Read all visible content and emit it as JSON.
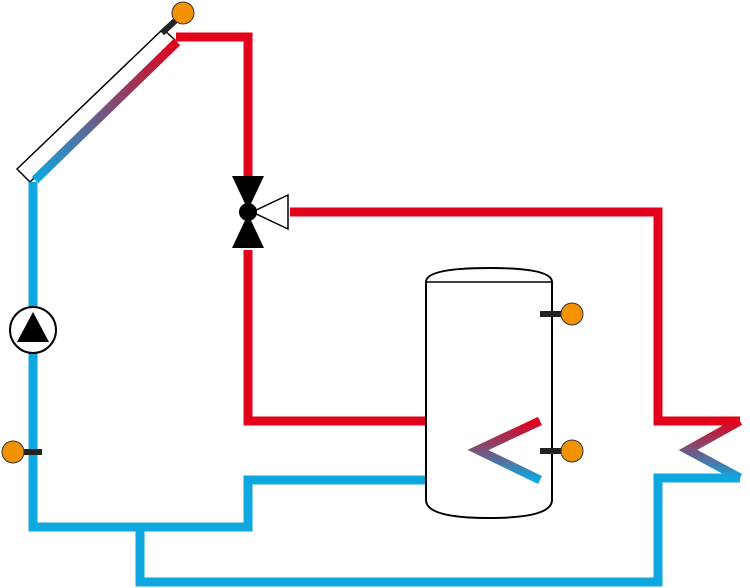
{
  "colors": {
    "hot_pipe": "#e2001a",
    "cold_pipe": "#0ea7e0",
    "sensor": "#f39200",
    "outline": "#000000",
    "background": "#ffffff"
  },
  "components": {
    "collector": {
      "icon": "solar-collector-icon"
    },
    "pump": {
      "icon": "circulation-pump-icon"
    },
    "valve": {
      "icon": "three-way-valve-icon"
    },
    "storage_tank": {
      "icon": "storage-tank-icon"
    },
    "heat_exchanger_tank": {
      "icon": "coil-heat-exchanger-icon"
    },
    "heat_exchanger_external": {
      "icon": "coil-heat-exchanger-icon"
    },
    "sensors": [
      {
        "id": "collector-sensor",
        "icon": "temperature-sensor-icon"
      },
      {
        "id": "tank-top-sensor",
        "icon": "temperature-sensor-icon"
      },
      {
        "id": "tank-bottom-sensor",
        "icon": "temperature-sensor-icon"
      },
      {
        "id": "return-sensor",
        "icon": "temperature-sensor-icon"
      }
    ]
  }
}
